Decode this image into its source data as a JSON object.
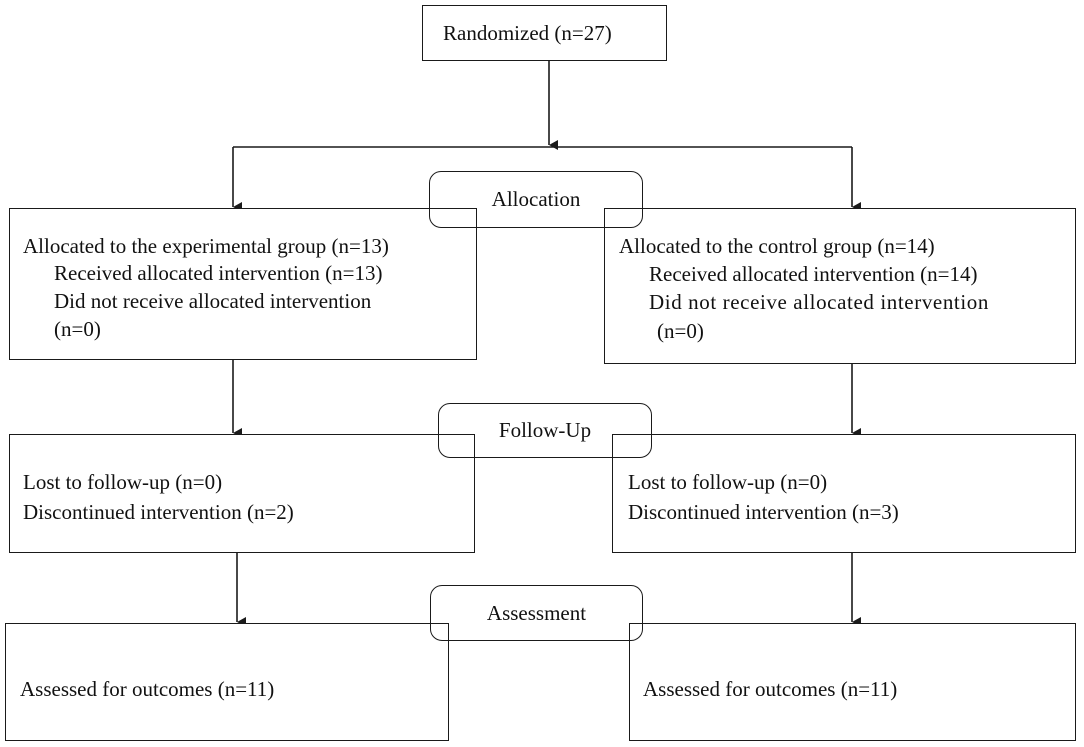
{
  "randomized": {
    "label": "Randomized (n=27)"
  },
  "stages": {
    "allocation": "Allocation",
    "follow_up": "Follow-Up",
    "assessment": "Assessment"
  },
  "allocation": {
    "experimental": {
      "title": "Allocated to the experimental group (n=13)",
      "received": "Received allocated intervention (n=13)",
      "not_received": "Did not receive allocated intervention",
      "not_received_n": "(n=0)"
    },
    "control": {
      "title": "Allocated to the control group (n=14)",
      "received": "Received allocated intervention (n=14)",
      "not_received": "Did not receive allocated intervention",
      "not_received_n": "(n=0)"
    }
  },
  "follow_up": {
    "experimental": {
      "lost": "Lost to follow-up (n=0)",
      "discontinued": "Discontinued intervention (n=2)"
    },
    "control": {
      "lost": "Lost to follow-up (n=0)",
      "discontinued": "Discontinued intervention (n=3)"
    }
  },
  "assessment": {
    "experimental": "Assessed for outcomes (n=11)",
    "control": "Assessed for outcomes (n=11)"
  }
}
